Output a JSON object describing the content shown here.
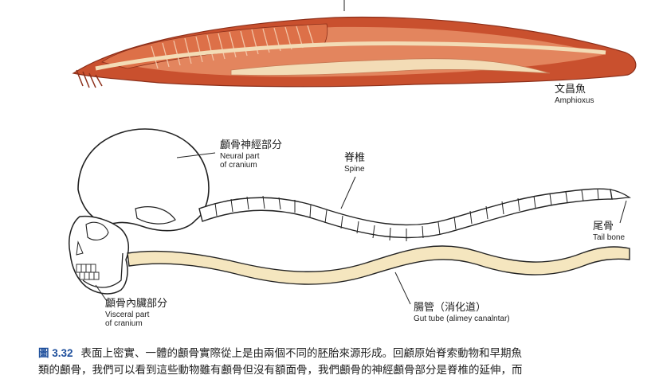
{
  "labels": {
    "amphioxus": {
      "zh": "文昌魚",
      "en": "Amphioxus"
    },
    "neural_cranium": {
      "zh": "顱骨神經部分",
      "en1": "Neural part",
      "en2": "of cranium"
    },
    "spine": {
      "zh": "脊椎",
      "en": "Spine"
    },
    "tail_bone": {
      "zh": "尾骨",
      "en": "Tail bone"
    },
    "visceral_cranium": {
      "zh": "顱骨內臟部分",
      "en1": "Visceral part",
      "en2": "of cranium"
    },
    "gut_tube": {
      "zh": "腸管（消化道）",
      "en": "Gut tube (alimey canalntar)"
    }
  },
  "caption": {
    "figure_number": "圖 3.32",
    "line1": "表面上密實、一體的顱骨實際從上是由兩個不同的胚胎來源形成。回顧原始脊索動物和早期魚",
    "line2": "類的顱骨，我們可以看到這些動物雖有顱骨但沒有額面骨，我們顱骨的神經顱骨部分是脊椎的延伸，而"
  },
  "colors": {
    "body_outer": "#c9502e",
    "body_inner": "#e3855e",
    "notochord": "#f3dcb6",
    "gut": "#f5e6bf",
    "figure_number": "#1e4f9c"
  }
}
